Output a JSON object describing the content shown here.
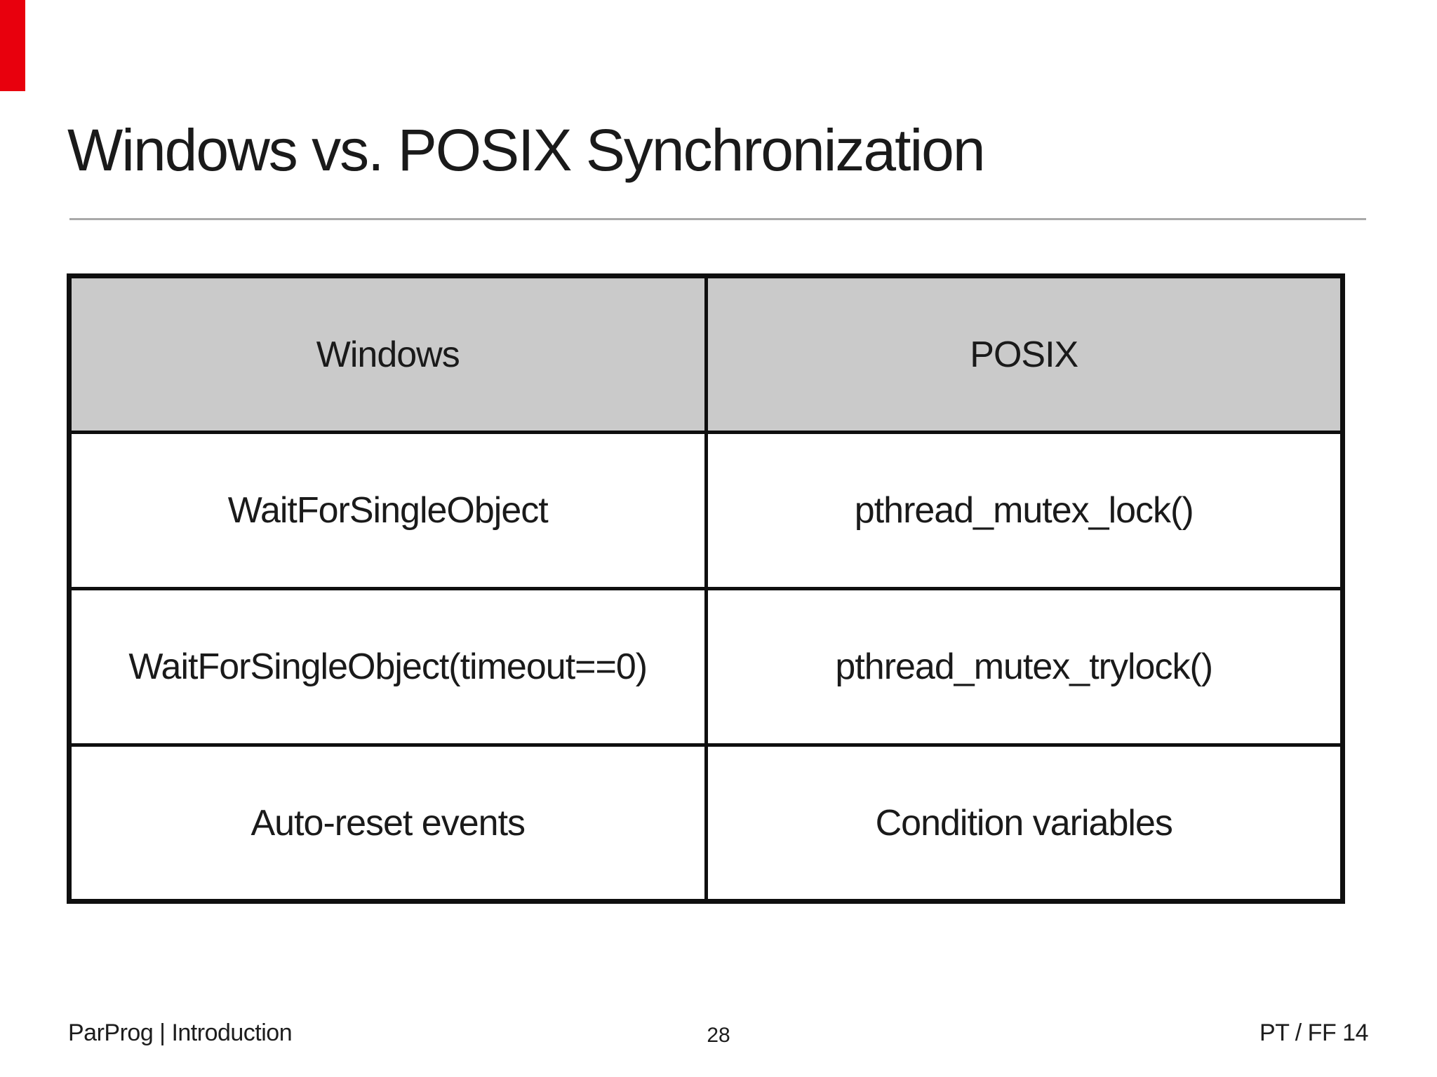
{
  "slide": {
    "title": "Windows vs. POSIX Synchronization",
    "table": {
      "headers": [
        "Windows",
        "POSIX"
      ],
      "rows": [
        [
          "WaitForSingleObject",
          "pthread_mutex_lock()"
        ],
        [
          "WaitForSingleObject(timeout==0)",
          "pthread_mutex_trylock()"
        ],
        [
          "Auto-reset events",
          "Condition variables"
        ]
      ]
    },
    "footer": {
      "left": "ParProg | Introduction",
      "page_number": "28",
      "right": "PT / FF 14"
    },
    "colors": {
      "accent_red": "#e8000d",
      "header_bg": "#cacaca",
      "table_border": "#0f0f0f",
      "rule_gray": "#a9a9a9"
    }
  }
}
